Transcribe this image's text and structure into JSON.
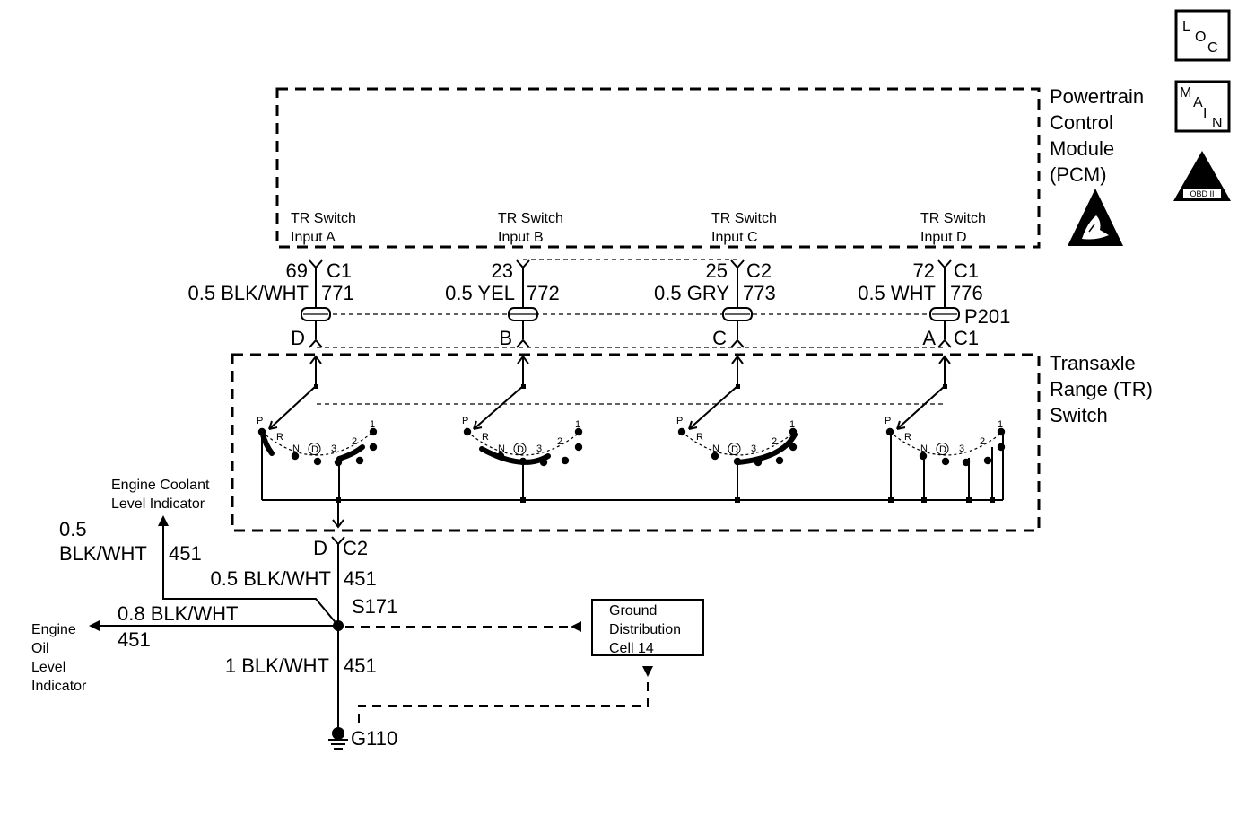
{
  "pcm": {
    "label_lines": [
      "Powertrain",
      "Control",
      "Module",
      "(PCM)"
    ],
    "inputs": [
      {
        "line1": "TR Switch",
        "line2": "Input A"
      },
      {
        "line1": "TR Switch",
        "line2": "Input B"
      },
      {
        "line1": "TR Switch",
        "line2": "Input C"
      },
      {
        "line1": "TR Switch",
        "line2": "Input D"
      }
    ]
  },
  "circuits": [
    {
      "pin": "69",
      "connector": "C1",
      "wire": "0.5 BLK/WHT",
      "circuit": "771",
      "switch_pin": "D"
    },
    {
      "pin": "23",
      "connector": "",
      "wire": "0.5 YEL",
      "circuit": "772",
      "switch_pin": "B"
    },
    {
      "pin": "25",
      "connector": "C2",
      "wire": "0.5 GRY",
      "circuit": "773",
      "switch_pin": "C"
    },
    {
      "pin": "72",
      "connector": "C1",
      "wire": "0.5 WHT",
      "circuit": "776",
      "switch_pin": "A"
    }
  ],
  "inline_connector": "P201",
  "switch_connector": "C1",
  "tr_switch": {
    "label_lines": [
      "Transaxle",
      "Range (TR)",
      "Switch"
    ],
    "positions": [
      "P",
      "R",
      "N",
      "D",
      "3",
      "2",
      "1"
    ]
  },
  "ground_side": {
    "switch_pin": "D",
    "connector": "C2",
    "wire_to_splice": {
      "wire": "0.5 BLK/WHT",
      "circuit": "451"
    },
    "splice": "S171",
    "coolant": {
      "label_lines": [
        "Engine Coolant",
        "Level Indicator"
      ],
      "wire_line1": "0.5",
      "wire_line2": "BLK/WHT",
      "circuit": "451"
    },
    "oil": {
      "label_lines": [
        "Engine",
        "Oil",
        "Level",
        "Indicator"
      ],
      "wire": "0.8 BLK/WHT",
      "circuit": "451"
    },
    "to_ground": {
      "wire": "1 BLK/WHT",
      "circuit": "451"
    },
    "ground": "G110",
    "distribution_lines": [
      "Ground",
      "Distribution",
      "Cell 14"
    ]
  },
  "icons": {
    "loc": [
      "L",
      "O",
      "C"
    ],
    "main": [
      "M",
      "A",
      "I",
      "N"
    ],
    "obd": {
      "top": "II",
      "bottom": "OBD II"
    }
  }
}
